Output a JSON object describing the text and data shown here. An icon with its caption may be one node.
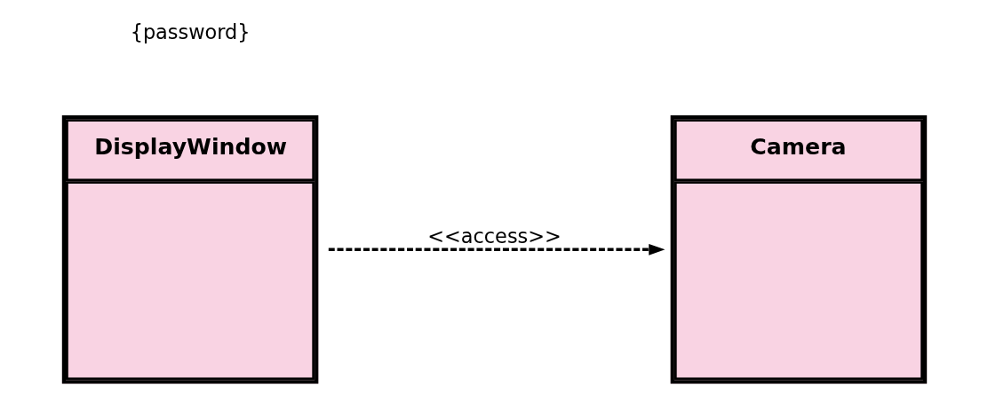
{
  "diagram": {
    "nodes": [
      {
        "text": [
          "DisplayWindow"
        ]
      },
      {
        "text": [
          "Camera"
        ]
      }
    ],
    "edges": [
      {
        "from": 0,
        "to": 1,
        "arrow": "to",
        "label": "<<access>>",
        "style": "dashed"
      }
    ],
    "labels": [
      "{password}"
    ]
  }
}
